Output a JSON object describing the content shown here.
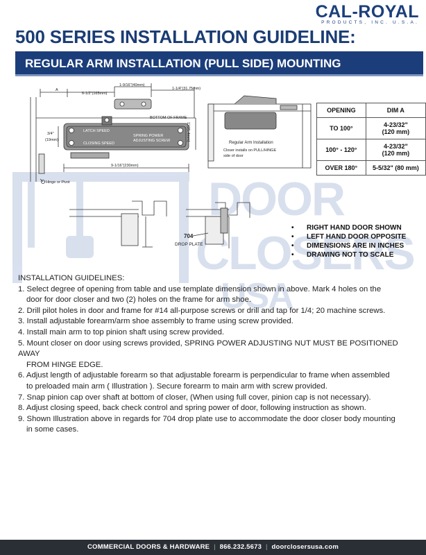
{
  "brand": {
    "name": "CAL-ROYAL",
    "sub": "PRODUCTS, INC. U.S.A."
  },
  "page_title": "500 SERIES INSTALLATION GUIDELINE:",
  "banner": "REGULAR ARM INSTALLATION (PULL SIDE) MOUNTING",
  "drawing_labels": {
    "dim_a": "A",
    "dim_6_5": "6-1/2\"(165mm)",
    "dim_1_9_16": "1-9/16\"(40mm)",
    "dim_1_1_4": "1-1/4\"(31.75mm)",
    "bottom_of_frame": "BOTTOM OF FRAME",
    "dim_1_1_4_side": "1\"(25.4mm)",
    "latch_speed": "LATCH SPEED",
    "closing_speed": "CLOSING SPEED",
    "spring_power": "SPRING POWER",
    "adjusting_screw": "ADJUSTING SCREW",
    "dim_3_4": "3/4\"",
    "dim_19mm": "(19mm)",
    "dim_9_1_16": "9-1/16\"(230mm)",
    "hinge_or_pivot": "Hinge or Pivot",
    "regular_arm": "Regular Arm Installation",
    "closer_installs_1": "Closer installs on PULL/HINGE",
    "closer_installs_2": "side of door",
    "plate_no": "704",
    "drop_plate": "DROP PLATE"
  },
  "watermark": {
    "line1": "DOOR",
    "line2": "CLOSERS",
    "line3": "USA"
  },
  "table": {
    "headers": [
      "OPENING",
      "DIM A"
    ],
    "rows": [
      {
        "opening": "TO 100°",
        "dim1": "4-23/32\"",
        "dim2": "(120 mm)"
      },
      {
        "opening": "100° - 120°",
        "dim1": "4-23/32\"",
        "dim2": "(120 mm)"
      },
      {
        "opening": "OVER 180°",
        "dim1": "5-5/32\" (80 mm)",
        "dim2": ""
      }
    ]
  },
  "notes": [
    "RIGHT HAND DOOR SHOWN",
    "LEFT HAND DOOR OPPOSITE",
    "DIMENSIONS ARE IN INCHES",
    "DRAWING NOT TO SCALE"
  ],
  "guidelines": {
    "heading": "INSTALLATION GUIDELINES:",
    "items": [
      {
        "l1": "1. Select degree of opening from table and use template dimension shown in above. Mark 4 holes on the",
        "l2": "door for door closer and two (2) holes on the frame for arm shoe."
      },
      {
        "l1": "2. Drill pilot holes in door and frame for #14 all-purpose screws or drill and tap for 1/4; 20 machine screws.",
        "l2": ""
      },
      {
        "l1": "3. Install adjustable forearm/arm shoe assembly to frame using screw provided.",
        "l2": ""
      },
      {
        "l1": "4. Install main arm to top pinion shaft using screw provided.",
        "l2": ""
      },
      {
        "l1": "5. Mount closer on door using screws provided, SPRING POWER ADJUSTING NUT MUST BE POSITIONED AWAY",
        "l2": "FROM HINGE EDGE."
      },
      {
        "l1": "6. Adjust length of adjustable forearm so that adjustable forearm is perpendicular to frame when assembled",
        "l2": "to preloaded main arm ( Illustration ). Secure forearm to main arm with screw provided."
      },
      {
        "l1": "7. Snap pinion cap over shaft at bottom of closer, (When using full cover, pinion cap is not necessary).",
        "l2": ""
      },
      {
        "l1": "8. Adjust closing speed, back check control and spring power of door, following instruction as shown.",
        "l2": ""
      },
      {
        "l1": "9. Shown Illustration above in regards for 704 drop plate use to accommodate  the door closer body mounting",
        "l2": "in some cases."
      }
    ]
  },
  "footer": {
    "company": "COMMERCIAL DOORS & HARDWARE",
    "phone": "866.232.5673",
    "site": "doorclosersusa.com"
  },
  "colors": {
    "brand_blue": "#1b3d7a",
    "footer_bg": "#2a2e35",
    "watermark": "#c9d4e8"
  }
}
